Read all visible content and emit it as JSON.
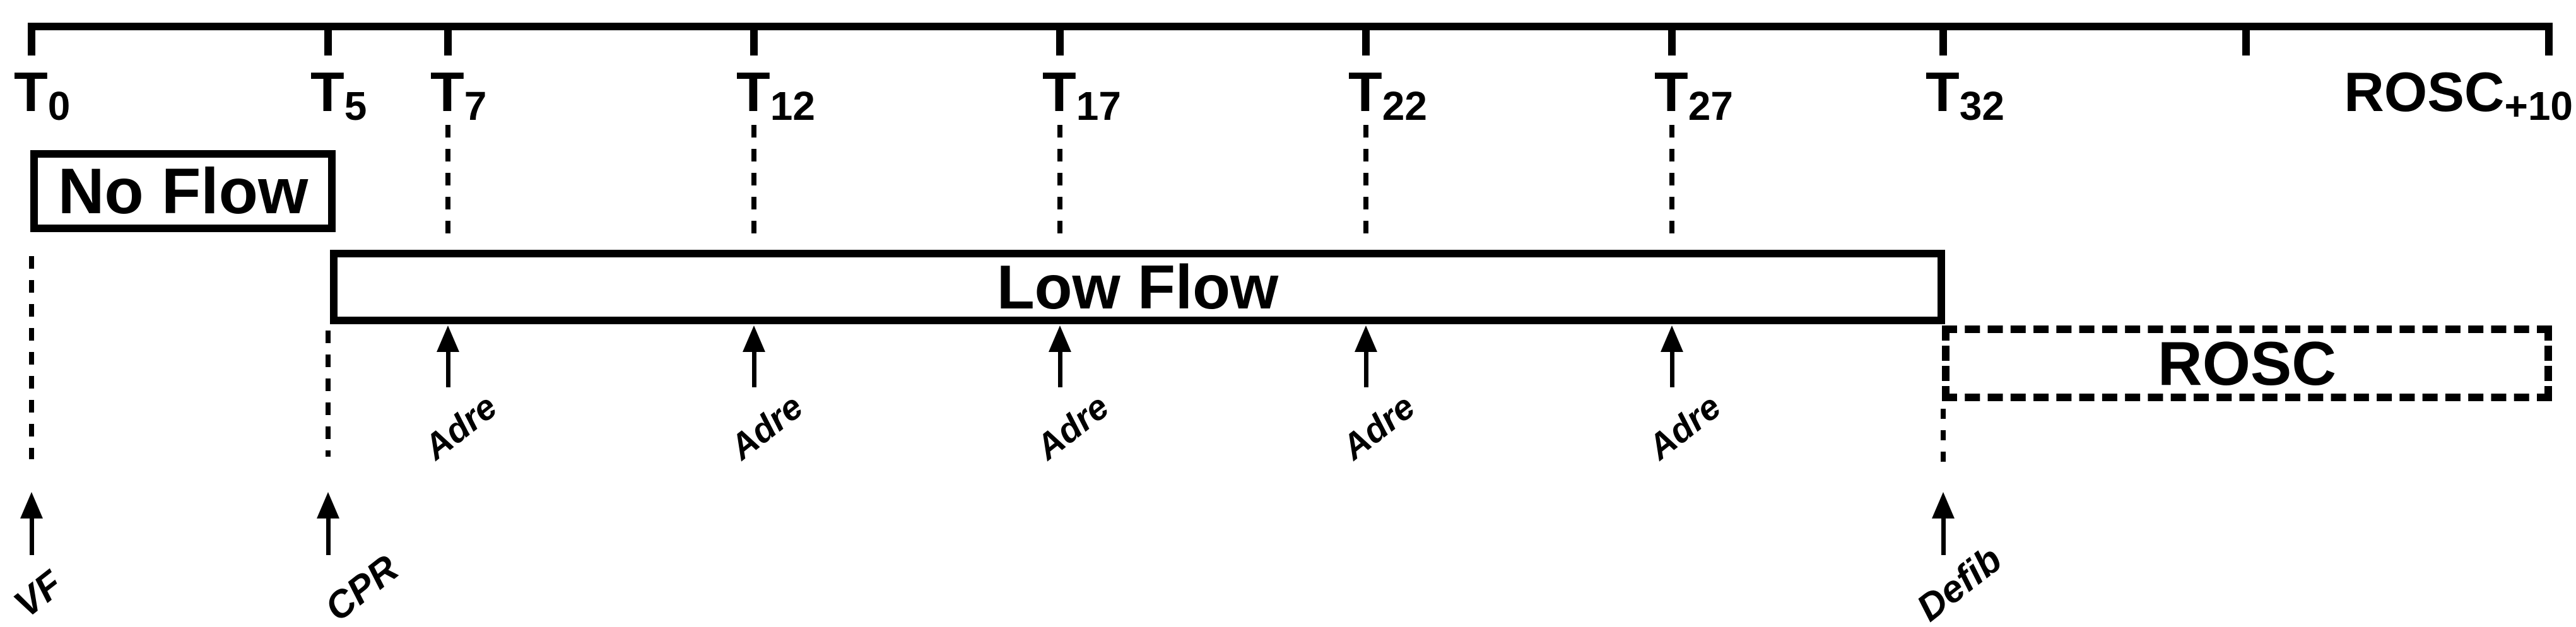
{
  "colors": {
    "ink": "#000000",
    "background": "#ffffff"
  },
  "axis": {
    "tick_labels": [
      {
        "main": "T",
        "sub": "0"
      },
      {
        "main": "T",
        "sub": "5"
      },
      {
        "main": "T",
        "sub": "7"
      },
      {
        "main": "T",
        "sub": "12"
      },
      {
        "main": "T",
        "sub": "17"
      },
      {
        "main": "T",
        "sub": "22"
      },
      {
        "main": "T",
        "sub": "27"
      },
      {
        "main": "T",
        "sub": "32"
      },
      {
        "main": "ROSC",
        "sub": "+10"
      }
    ]
  },
  "phases": {
    "no_flow": "No Flow",
    "low_flow": "Low Flow",
    "rosc": "ROSC"
  },
  "events": {
    "vf": "VF",
    "cpr": "CPR",
    "adre": "Adre",
    "defib": "Defib"
  }
}
